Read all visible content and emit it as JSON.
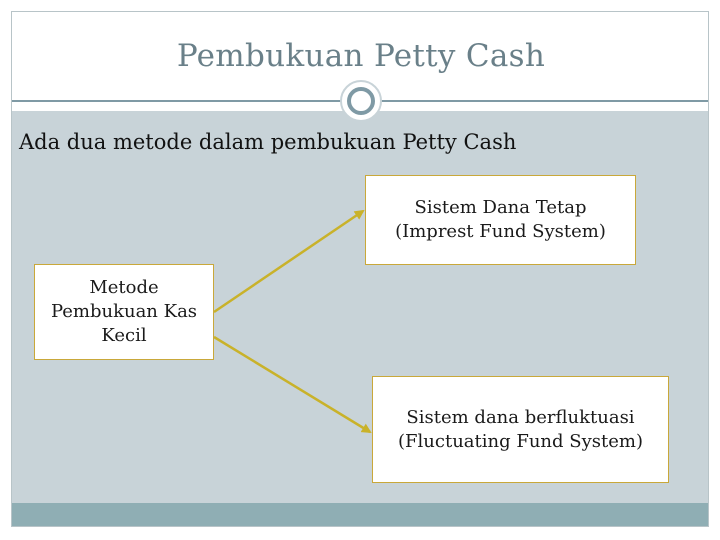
{
  "slide": {
    "title": "Pembukuan Petty Cash",
    "subtitle": "Ada dua metode dalam pembukuan Petty Cash"
  },
  "diagram": {
    "source_box": "Metode\nPembukuan Kas\nKecil",
    "target_top": "Sistem Dana Tetap\n(Imprest Fund System)",
    "target_bottom": "Sistem dana berfluktuasi\n(Fluctuating Fund System)"
  },
  "colors": {
    "title_text": "#6a8089",
    "content_background": "#c8d3d8",
    "footer_bar": "#8faeb4",
    "arrow": "#c9b22a",
    "box_border": "#c9a83a"
  }
}
